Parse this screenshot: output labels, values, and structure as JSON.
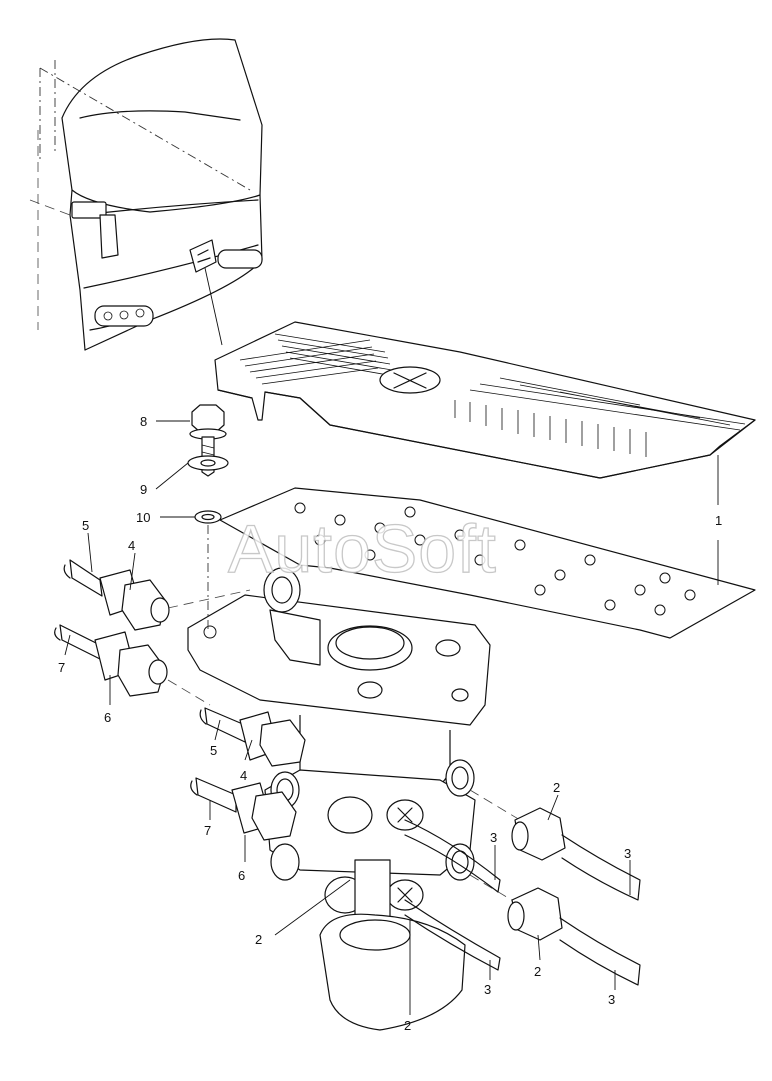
{
  "watermark": "AutoSoft",
  "callouts": {
    "c1": "1",
    "c2a": "2",
    "c2b": "2",
    "c2c": "2",
    "c2d": "2",
    "c3a": "3",
    "c3b": "3",
    "c3c": "3",
    "c3d": "3",
    "c4a": "4",
    "c4b": "4",
    "c5a": "5",
    "c5b": "5",
    "c6a": "6",
    "c6b": "6",
    "c7a": "7",
    "c7b": "7",
    "c8": "8",
    "c9": "9",
    "c10": "10"
  }
}
